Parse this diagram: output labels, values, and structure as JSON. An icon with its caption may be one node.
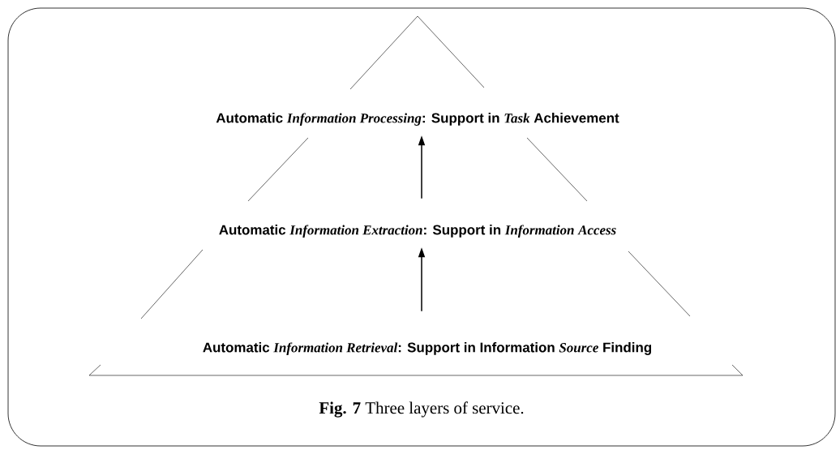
{
  "diagram": {
    "caption": "**Fig. 7** Three layers of service.",
    "nodes": [
      {
        "text": [
          "Automatic *Information Processing*: Support in *Task* Achievement"
        ]
      },
      {
        "text": [
          "Automatic *Information Extraction*: Support in *Information* *Access*"
        ]
      },
      {
        "text": [
          "Automatic *Information Retrieval*: Support in Information *Source* Finding"
        ]
      }
    ],
    "edges": [
      {
        "from": 2,
        "to": 1,
        "arrow": "to"
      },
      {
        "from": 1,
        "to": 0,
        "arrow": "to"
      }
    ]
  }
}
